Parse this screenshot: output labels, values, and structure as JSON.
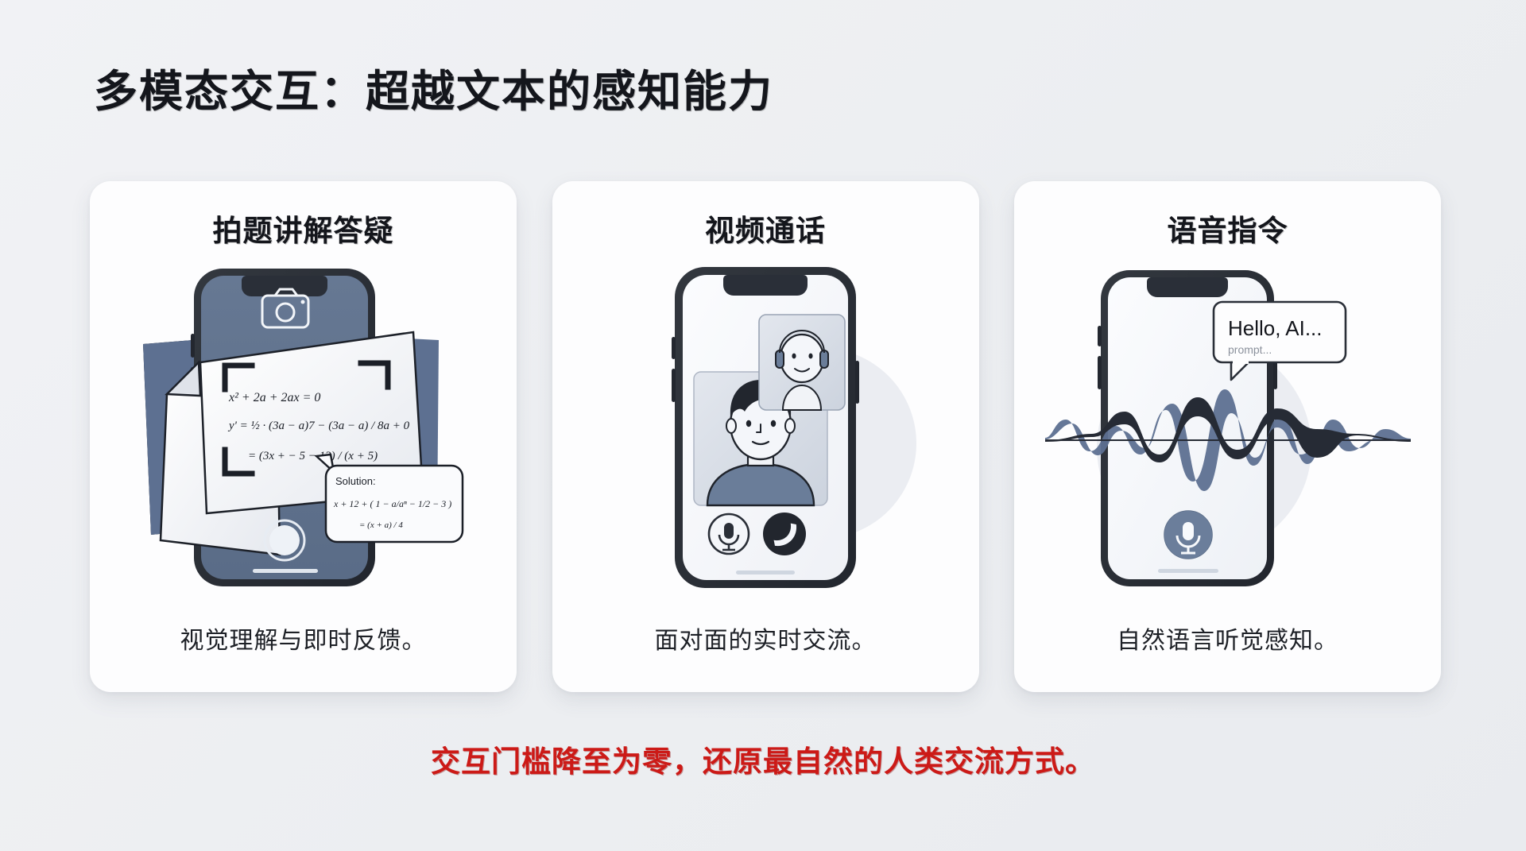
{
  "header": {
    "title": "多模态交互：超越文本的感知能力"
  },
  "cards": [
    {
      "id": "photo-solve",
      "title": "拍题讲解答疑",
      "caption": "视觉理解与即时反馈。",
      "art": {
        "name": "phone-camera-scan-illustration",
        "camera_icon": "camera-icon",
        "equation_line_1": "x² + 2a + 2ax = 0",
        "equation_line_2": "y' = ½ · (3a − a)7 − (3a − a) / 8a + 0",
        "equation_line_3": "= (3x + − 5 − 13) / (x + 5)",
        "bubble_label": "Solution:",
        "bubble_line_1": "x + 12 + ( 1 − a/aⁿ − 1/2 − 3 )",
        "bubble_line_2": "= (x + a) / 4"
      }
    },
    {
      "id": "video-call",
      "title": "视频通话",
      "caption": "面对面的实时交流。",
      "art": {
        "name": "phone-video-call-illustration",
        "mic_icon": "microphone-icon",
        "end_call_icon": "end-call-icon",
        "self_view": "user-avatar",
        "pip_view": "ai-assistant-avatar"
      }
    },
    {
      "id": "voice-command",
      "title": "语音指令",
      "caption": "自然语言听觉感知。",
      "art": {
        "name": "phone-voice-waveform-illustration",
        "bubble_title": "Hello, AI...",
        "bubble_subtitle": "prompt...",
        "mic_icon": "microphone-icon"
      }
    }
  ],
  "footer": {
    "tagline": "交互门槛降至为零，还原最自然的人类交流方式。"
  },
  "colors": {
    "page_background": "#eef0f3",
    "card_background": "#fdfdfe",
    "title_text": "#14161c",
    "accent_red": "#cc1a17",
    "phone_bezel": "#2b303a",
    "slate_blue": "#61748f",
    "wave_dark": "#2b313c",
    "wave_blue": "#5a6f91"
  }
}
